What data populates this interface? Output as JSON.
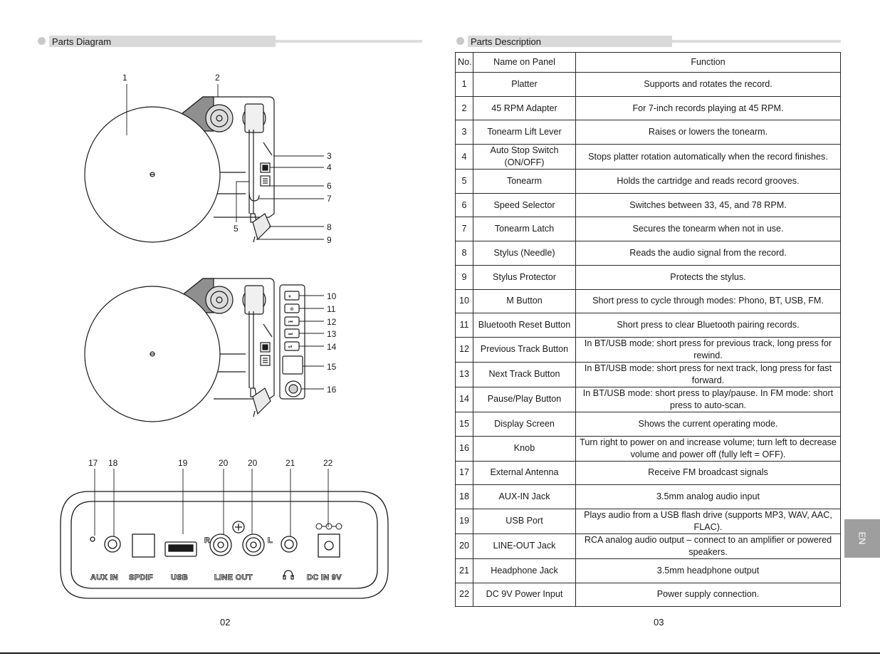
{
  "left_page": {
    "section_title": "Parts Diagram",
    "page_number": "02",
    "top_callouts": [
      "1",
      "2",
      "3",
      "4",
      "5",
      "6",
      "7",
      "8",
      "9"
    ],
    "mid_callouts": [
      "10",
      "11",
      "12",
      "13",
      "14",
      "15",
      "16"
    ],
    "back_callouts": [
      "17",
      "18",
      "19",
      "20",
      "20",
      "21",
      "22"
    ],
    "back_panel_labels": {
      "aux_in": "AUX IN",
      "spdif": "SPDIF",
      "usb": "USB",
      "line_out": "LINE OUT",
      "dc_in": "DC IN 9V",
      "rca_right": "R",
      "rca_left": "L"
    }
  },
  "right_page": {
    "section_title": "Parts Description",
    "page_number": "03",
    "table": {
      "headers": [
        "No.",
        "Name on Panel",
        "Function"
      ],
      "rows": [
        [
          "1",
          "Platter",
          "Supports and rotates the record."
        ],
        [
          "2",
          "45 RPM Adapter",
          "For 7-inch records playing at 45 RPM."
        ],
        [
          "3",
          "Tonearm Lift Lever",
          "Raises or lowers the tonearm."
        ],
        [
          "4",
          "Auto Stop Switch (ON/OFF)",
          "Stops platter rotation automatically when the record finishes."
        ],
        [
          "5",
          "Tonearm",
          "Holds the cartridge and reads record grooves."
        ],
        [
          "6",
          "Speed Selector",
          "Switches between 33, 45, and 78 RPM."
        ],
        [
          "7",
          "Tonearm Latch",
          "Secures the tonearm when not in use."
        ],
        [
          "8",
          "Stylus (Needle)",
          "Reads the audio signal from the record."
        ],
        [
          "9",
          "Stylus Protector",
          "Protects the stylus."
        ],
        [
          "10",
          "M Button",
          "Short press to cycle through modes: Phono, BT, USB, FM."
        ],
        [
          "11",
          "Bluetooth Reset Button",
          "Short press to clear Bluetooth pairing records."
        ],
        [
          "12",
          "Previous Track Button",
          "In BT/USB mode: short press for previous track, long press for rewind."
        ],
        [
          "13",
          "Next Track Button",
          "In BT/USB mode: short press for next track, long press for fast forward."
        ],
        [
          "14",
          "Pause/Play Button",
          "In BT/USB mode: short press to play/pause. In FM mode: short press to auto-scan."
        ],
        [
          "15",
          "Display Screen",
          "Shows the current operating mode."
        ],
        [
          "16",
          "Knob",
          "Turn right to power on and increase volume; turn left to decrease volume and power off (fully left = OFF)."
        ],
        [
          "17",
          "External Antenna",
          "Receive FM broadcast signals"
        ],
        [
          "18",
          "AUX-IN Jack",
          "3.5mm analog audio input"
        ],
        [
          "19",
          "USB Port",
          "Plays audio from a USB flash drive (supports MP3, WAV, AAC, FLAC)."
        ],
        [
          "20",
          "LINE-OUT Jack",
          "RCA analog audio output – connect to an amplifier or powered speakers."
        ],
        [
          "21",
          "Headphone Jack",
          "3.5mm headphone output"
        ],
        [
          "22",
          "DC 9V Power Input",
          "Power supply connection."
        ]
      ]
    },
    "language_tab": "EN"
  }
}
